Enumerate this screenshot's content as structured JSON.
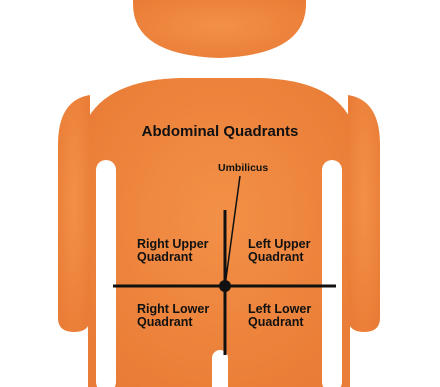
{
  "diagram": {
    "title": "Abdominal Quadrants",
    "landmark": "Umbilicus",
    "quadrants": {
      "right_upper": [
        "Right Upper",
        "Quadrant"
      ],
      "left_upper": [
        "Left Upper",
        "Quadrant"
      ],
      "right_lower": [
        "Right Lower",
        "Quadrant"
      ],
      "left_lower": [
        "Left Lower",
        "Quadrant"
      ]
    },
    "colors": {
      "body": "#F2873F",
      "body_shadow": "#E27733",
      "lines": "#111111",
      "text": "#111111"
    }
  }
}
